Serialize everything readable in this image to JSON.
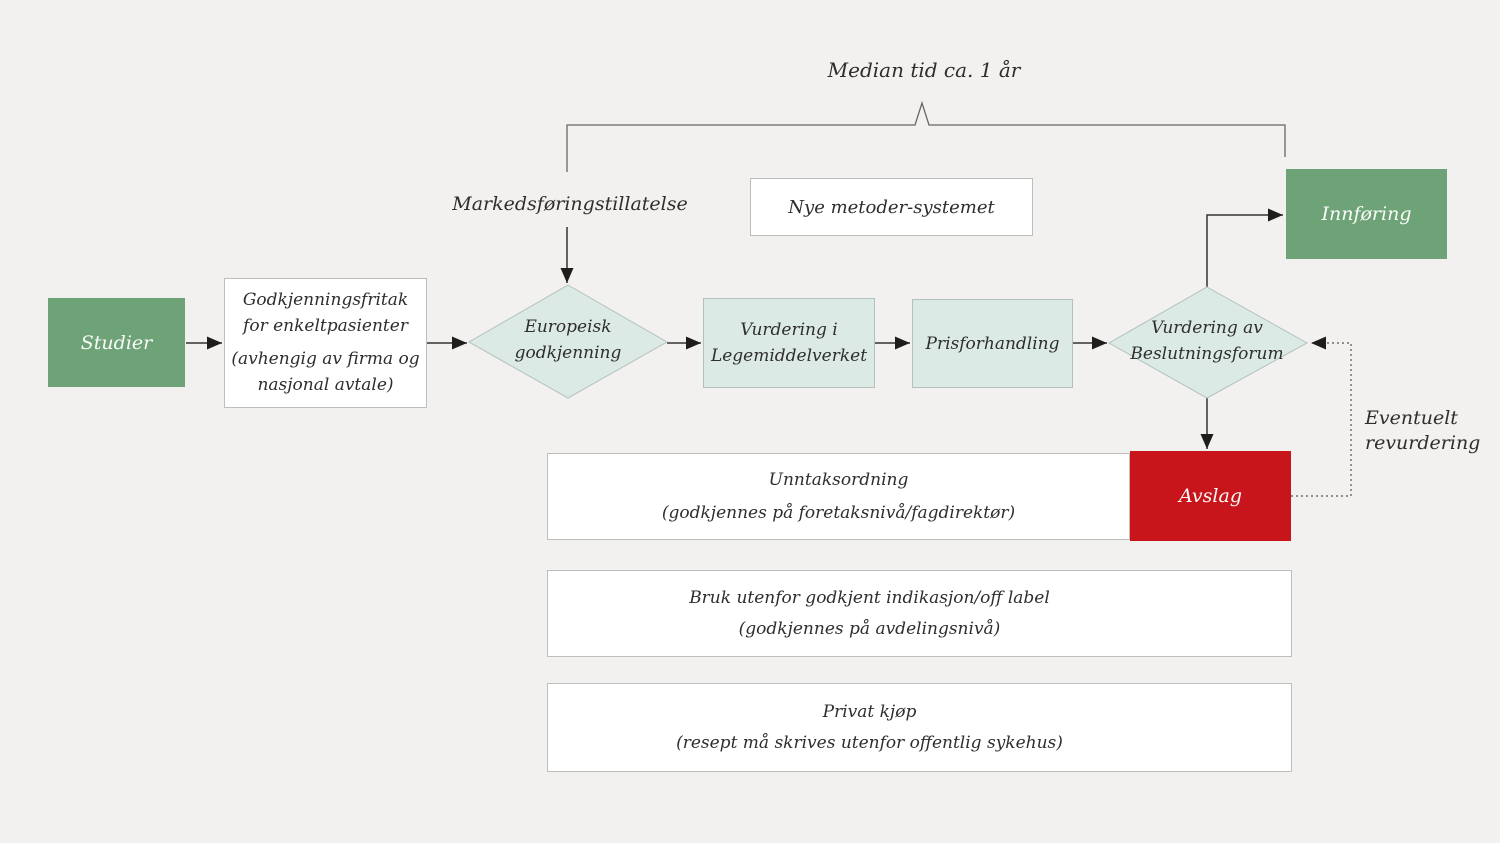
{
  "diagram": {
    "type": "flowchart",
    "language": "no",
    "colors": {
      "background": "#f2f1ef",
      "green": "#6ea378",
      "red": "#c8141b",
      "mint": "#dceae6",
      "mint_border": "#b3c1bd",
      "white_border": "#bebebc",
      "text_dark": "#2f2e2c",
      "text_light": "#fafaf7",
      "arrow": "#33322f",
      "bracket": "#686764",
      "dotted": "#55544f"
    },
    "annotations": {
      "median_time": "Median tid ca. 1 år",
      "marketing_authorization": "Markedsføringstillatelse",
      "reassessment_line1": "Eventuelt",
      "reassessment_line2": "revurdering"
    },
    "nodes": {
      "studier": {
        "label": "Studier"
      },
      "godkjenningsfritak": {
        "line1": "Godkjenningsfritak for enkeltpasienter",
        "line2": "(avhengig av firma og nasjonal avtale)"
      },
      "europeisk_godkjenning": {
        "line1": "Europeisk",
        "line2": "godkjenning"
      },
      "nye_metoder": {
        "label": "Nye metoder-systemet"
      },
      "vurdering_legemiddelverket": {
        "line1": "Vurdering i",
        "line2": "Legemiddelverket"
      },
      "prisforhandling": {
        "label": "Prisforhandling"
      },
      "vurdering_beslutningsforum": {
        "line1": "Vurdering av",
        "line2": "Beslutningsforum"
      },
      "innforing": {
        "label": "Innføring"
      },
      "avslag": {
        "label": "Avslag"
      },
      "unntaksordning": {
        "line1": "Unntaksordning",
        "line2": "(godkjennes på foretaksnivå/fagdirektør)"
      },
      "bruk_utenfor": {
        "line1": "Bruk utenfor godkjent indikasjon/off label",
        "line2": "(godkjennes på avdelingsnivå)"
      },
      "privat_kjop": {
        "line1": "Privat kjøp",
        "line2": "(resept må skrives utenfor offentlig sykehus)"
      }
    }
  }
}
